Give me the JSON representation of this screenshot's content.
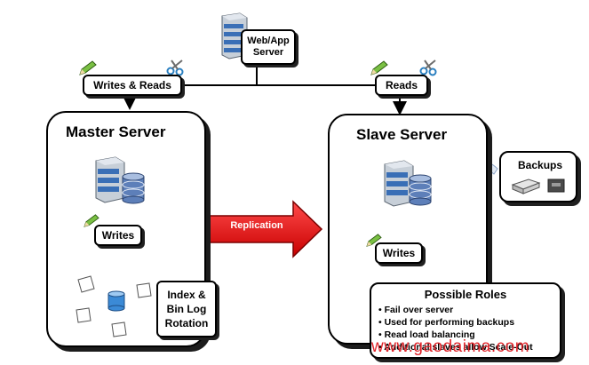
{
  "web_server": {
    "label": "Web/App\nServer"
  },
  "connectors": {
    "writes_reads": "Writes & Reads",
    "reads": "Reads"
  },
  "master": {
    "title": "Master Server",
    "writes": "Writes",
    "rotation": "Index &\nBin Log\nRotation"
  },
  "replication": {
    "label": "Replication"
  },
  "slave": {
    "title": "Slave Server",
    "writes": "Writes",
    "backups": "Backups"
  },
  "roles": {
    "title": "Possible Roles",
    "items": [
      "Fail over server",
      "Used for performing backups",
      "Read load balancing",
      "Additional slaves allow Scale-Out"
    ]
  },
  "watermark": "www.gaodaima.com",
  "colors": {
    "arrow_red": "#e3171b",
    "server_blue": "#3a6fb6",
    "wire": "#000000"
  },
  "icons": [
    "server-icon",
    "database-icon",
    "pencil-icon",
    "scissors-icon",
    "tape-drive-icon",
    "document-icon"
  ]
}
